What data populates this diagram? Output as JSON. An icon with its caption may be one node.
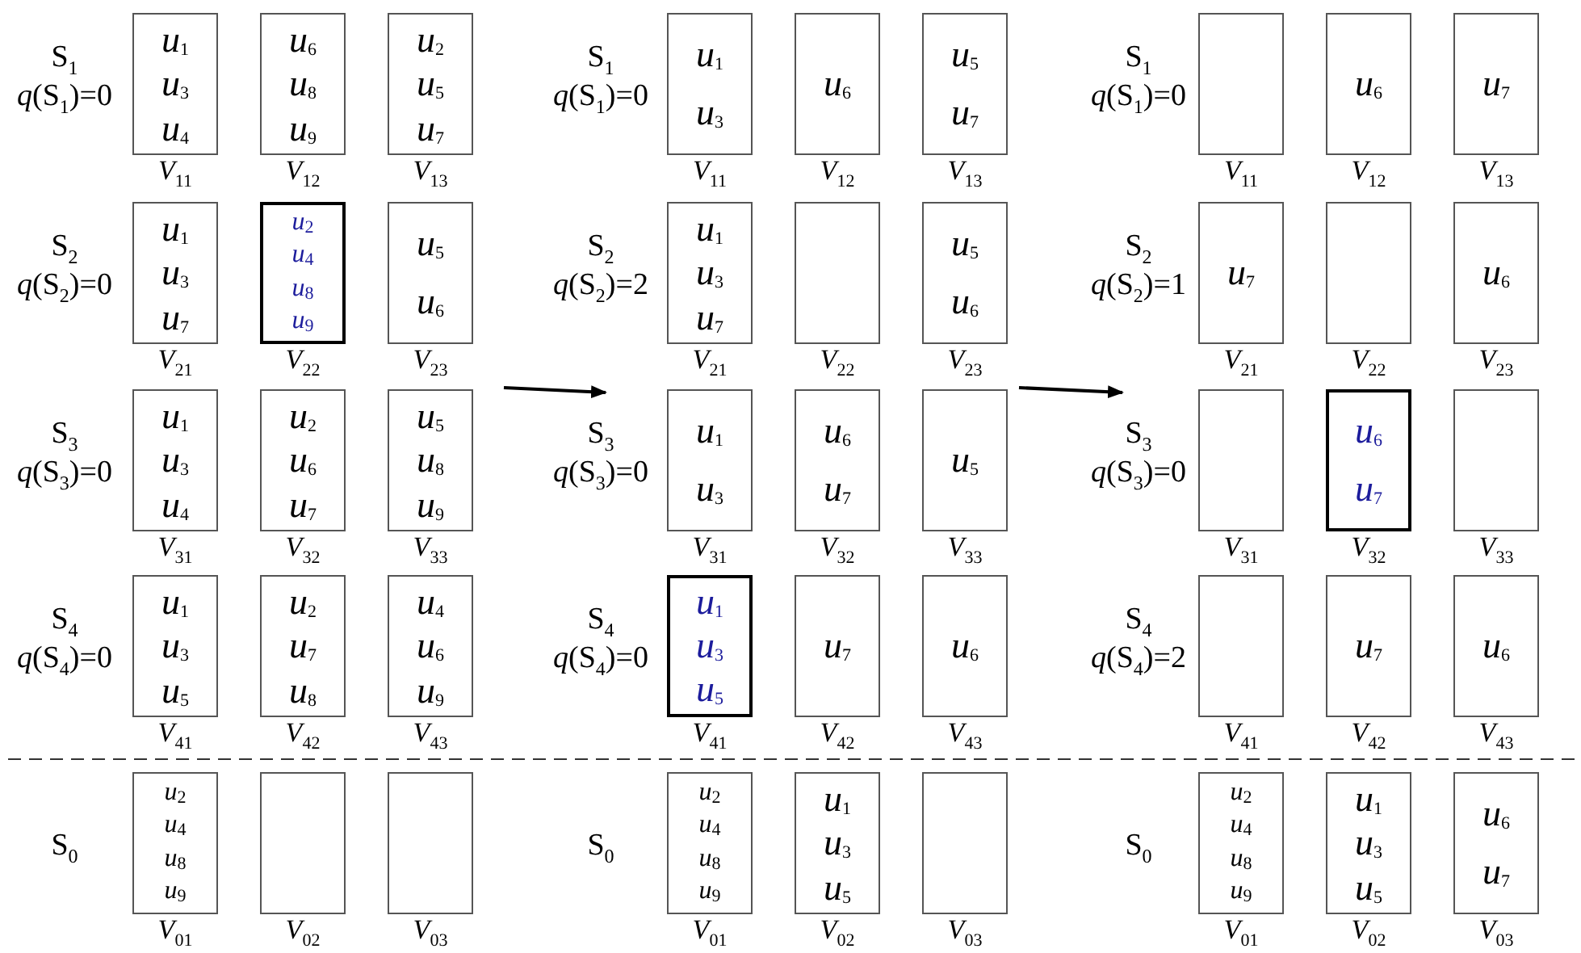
{
  "diagram": {
    "nodes": [
      {
        "text": [
          "*u*$_{1}$",
          "*u*$_{3}$",
          "*u*$_{4}$"
        ],
        "beside": [
          "*V*$_{11}$"
        ]
      },
      {
        "text": [
          "*u*$_{6}$",
          "*u*$_{8}$",
          "*u*$_{9}$"
        ],
        "beside": [
          "*V*$_{12}$"
        ]
      },
      {
        "text": [
          "*u*$_{2}$",
          "*u*$_{5}$",
          "*u*$_{7}$"
        ],
        "beside": [
          "*V*$_{13}$"
        ]
      },
      {
        "text": [
          "*u*$_{1}$",
          "*u*$_{3}$",
          "*u*$_{7}$"
        ],
        "beside": [
          "*V*$_{21}$"
        ]
      },
      {
        "text": [
          "*u*$_{2}$",
          "*u*$_{4}$",
          "*u*$_{8}$",
          "*u*$_{9}$"
        ],
        "beside": [
          "*V*$_{22}$"
        ]
      },
      {
        "text": [
          "*u*$_{5}$",
          "*u*$_{6}$"
        ],
        "beside": [
          "*V*$_{23}$"
        ]
      },
      {
        "text": [
          "*u*$_{1}$",
          "*u*$_{3}$",
          "*u*$_{4}$"
        ],
        "beside": [
          "*V*$_{31}$"
        ]
      },
      {
        "text": [
          "*u*$_{2}$",
          "*u*$_{6}$",
          "*u*$_{7}$"
        ],
        "beside": [
          "*V*$_{32}$"
        ]
      },
      {
        "text": [
          "*u*$_{5}$",
          "*u*$_{8}$",
          "*u*$_{9}$"
        ],
        "beside": [
          "*V*$_{33}$"
        ]
      },
      {
        "text": [
          "*u*$_{1}$",
          "*u*$_{3}$",
          "*u*$_{5}$"
        ],
        "beside": [
          "*V*$_{41}$"
        ]
      },
      {
        "text": [
          "*u*$_{2}$",
          "*u*$_{7}$",
          "*u*$_{8}$"
        ],
        "beside": [
          "*V*$_{42}$"
        ]
      },
      {
        "text": [
          "*u*$_{4}$",
          "*u*$_{6}$",
          "*u*$_{9}$"
        ],
        "beside": [
          "*V*$_{43}$"
        ]
      },
      {
        "text": [
          "*u*$_{2}$",
          "*u*$_{4}$",
          "*u*$_{8}$",
          "*u*$_{9}$"
        ],
        "beside": [
          "*V*$_{01}$"
        ]
      },
      {
        "text": [],
        "shape": "box",
        "beside": [
          "*V*$_{02}$"
        ]
      },
      {
        "text": [],
        "shape": "box",
        "beside": [
          "*V*$_{03}$"
        ]
      },
      {
        "text": [
          "*u*$_{1}$",
          "*u*$_{3}$"
        ],
        "beside": [
          "*V*$_{11}$"
        ]
      },
      {
        "text": [
          "*u*$_{6}$"
        ],
        "beside": [
          "*V*$_{12}$"
        ]
      },
      {
        "text": [
          "*u*$_{5}$",
          "*u*$_{7}$"
        ],
        "beside": [
          "*V*$_{13}$"
        ]
      },
      {
        "text": [
          "*u*$_{1}$",
          "*u*$_{3}$",
          "*u*$_{7}$"
        ],
        "beside": [
          "*V*$_{21}$"
        ]
      },
      {
        "text": [],
        "shape": "box",
        "beside": [
          "*V*$_{22}$"
        ]
      },
      {
        "text": [
          "*u*$_{5}$",
          "*u*$_{6}$"
        ],
        "beside": [
          "*V*$_{23}$"
        ]
      },
      {
        "text": [
          "*u*$_{1}$",
          "*u*$_{3}$"
        ],
        "beside": [
          "*V*$_{31}$"
        ]
      },
      {
        "text": [
          "*u*$_{6}$",
          "*u*$_{7}$"
        ],
        "beside": [
          "*V*$_{32}$"
        ]
      },
      {
        "text": [
          "*u*$_{5}$"
        ],
        "beside": [
          "*V*$_{33}$"
        ]
      },
      {
        "text": [
          "*u*$_{1}$",
          "*u*$_{3}$",
          "*u*$_{5}$"
        ],
        "beside": [
          "*V*$_{41}$"
        ]
      },
      {
        "text": [
          "*u*$_{7}$"
        ],
        "beside": [
          "*V*$_{42}$"
        ]
      },
      {
        "text": [
          "*u*$_{6}$"
        ],
        "beside": [
          "*V*$_{43}$"
        ]
      },
      {
        "text": [
          "*u*$_{2}$",
          "*u*$_{4}$",
          "*u*$_{8}$",
          "*u*$_{9}$"
        ],
        "beside": [
          "*V*$_{01}$"
        ]
      },
      {
        "text": [
          "*u*$_{1}$",
          "*u*$_{3}$",
          "*u*$_{5}$"
        ],
        "beside": [
          "*V*$_{02}$"
        ]
      },
      {
        "text": [],
        "shape": "box",
        "beside": [
          "*V*$_{03}$"
        ]
      },
      {
        "text": [],
        "shape": "box",
        "beside": [
          "*V*$_{11}$"
        ]
      },
      {
        "text": [
          "*u*$_{6}$"
        ],
        "beside": [
          "*V*$_{12}$"
        ]
      },
      {
        "text": [
          "*u*$_{7}$"
        ],
        "beside": [
          "*V*$_{13}$"
        ]
      },
      {
        "text": [
          "*u*$_{7}$"
        ],
        "beside": [
          "*V*$_{21}$"
        ]
      },
      {
        "text": [],
        "shape": "box",
        "beside": [
          "*V*$_{22}$"
        ]
      },
      {
        "text": [
          "*u*$_{6}$"
        ],
        "beside": [
          "*V*$_{23}$"
        ]
      },
      {
        "text": [],
        "shape": "box",
        "beside": [
          "*V*$_{31}$"
        ]
      },
      {
        "text": [
          "*u*$_{6}$",
          "*u*$_{7}$"
        ],
        "beside": [
          "*V*$_{32}$"
        ]
      },
      {
        "text": [],
        "shape": "box",
        "beside": [
          "*V*$_{33}$"
        ]
      },
      {
        "text": [],
        "shape": "box",
        "beside": [
          "*V*$_{41}$"
        ]
      },
      {
        "text": [
          "*u*$_{7}$"
        ],
        "beside": [
          "*V*$_{42}$"
        ]
      },
      {
        "text": [
          "*u*$_{6}$"
        ],
        "beside": [
          "*V*$_{43}$"
        ]
      },
      {
        "text": [
          "*u*$_{2}$",
          "*u*$_{4}$",
          "*u*$_{8}$",
          "*u*$_{9}$"
        ],
        "beside": [
          "*V*$_{01}$"
        ]
      },
      {
        "text": [
          "*u*$_{1}$",
          "*u*$_{3}$",
          "*u*$_{5}$"
        ],
        "beside": [
          "*V*$_{02}$"
        ]
      },
      {
        "text": [
          "*u*$_{6}$",
          "*u*$_{7}$"
        ],
        "beside": [
          "*V*$_{03}$"
        ]
      }
    ],
    "labels": [
      "S$_{1}$",
      "*q*(S$_{1}$)=0",
      "S$_{2}$",
      "*q*(S$_{2}$)=0",
      "S$_{3}$",
      "*q*(S$_{3}$)=0",
      "S$_{4}$",
      "*q*(S$_{4}$)=0",
      "S$_{0}$",
      "S$_{1}$",
      "*q*(S$_{1}$)=0",
      "S$_{2}$",
      "*q*(S$_{2}$)=2",
      "S$_{3}$",
      "*q*(S$_{3}$)=0",
      "S$_{4}$",
      "*q*(S$_{4}$)=0",
      "S$_{0}$",
      "S$_{1}$",
      "*q*(S$_{1}$)=0",
      "S$_{2}$",
      "*q*(S$_{2}$)=1",
      "S$_{3}$",
      "*q*(S$_{3}$)=0",
      "S$_{4}$",
      "*q*(S$_{4}$)=2",
      "S$_{0}$"
    ]
  }
}
